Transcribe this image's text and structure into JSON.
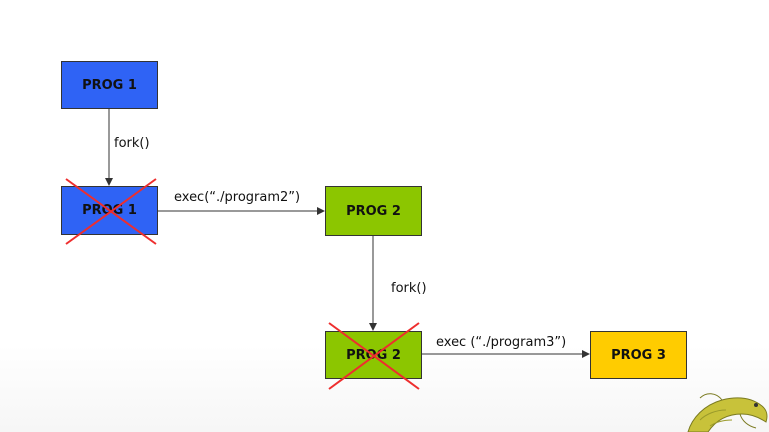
{
  "colors": {
    "blue": "#2f63f5",
    "green": "#8cc600",
    "yellow": "#ffcc00",
    "cross": "#ee2e2e",
    "line": "#333333"
  },
  "nodes": {
    "prog1_top": "PROG 1",
    "prog1_crossed": "PROG 1",
    "prog2": "PROG 2",
    "prog2_crossed": "PROG 2",
    "prog3": "PROG 3"
  },
  "edges": {
    "fork1": "fork()",
    "exec1": "exec(“./program2”)",
    "fork2": "fork()",
    "exec2": "exec (“./program3”)"
  },
  "decoration": {
    "lizard": "lizard-icon"
  }
}
